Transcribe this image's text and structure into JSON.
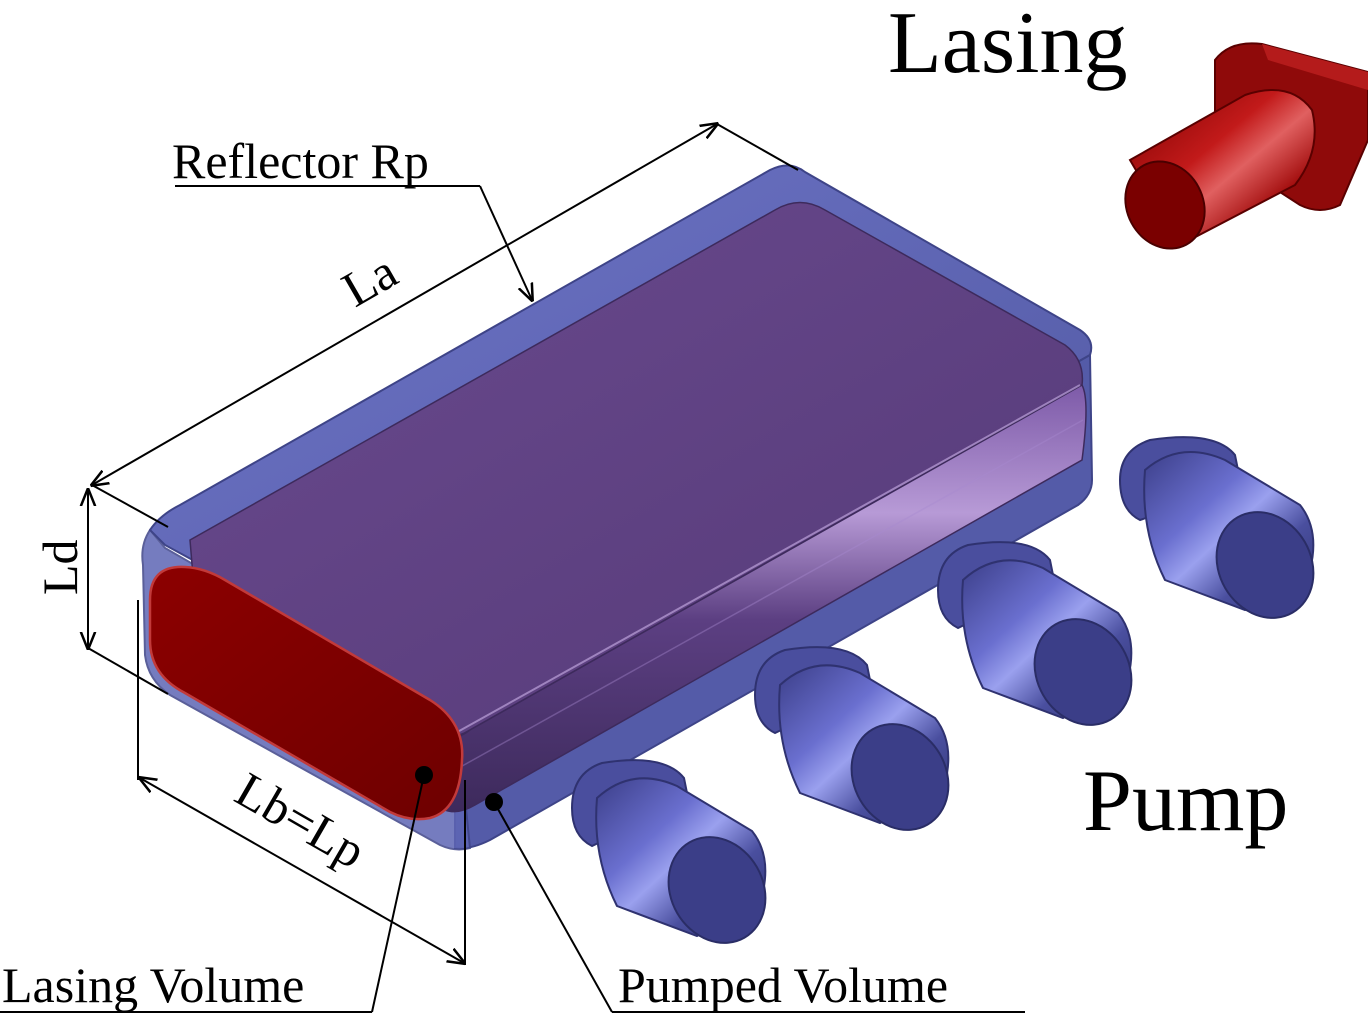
{
  "labels": {
    "lasing": "Lasing",
    "pump": "Pump",
    "reflector": "Reflector Rp",
    "la": "La",
    "ld": "Ld",
    "lb_lp": "Lb=Lp",
    "lasing_volume": "Lasing Volume",
    "pumped_volume": "Pumped Volume"
  },
  "colors": {
    "reflector_box": "#5a63b8",
    "pumped_volume": "#5e3d7a",
    "lasing_volume": "#7a0000",
    "pump_cylinder": "#3f428f",
    "lasing_arrow": "#9b0d0d"
  },
  "icons": {
    "lasing_output": "red-arrow-icon",
    "pump_source": "blue-cylinder-icon"
  }
}
